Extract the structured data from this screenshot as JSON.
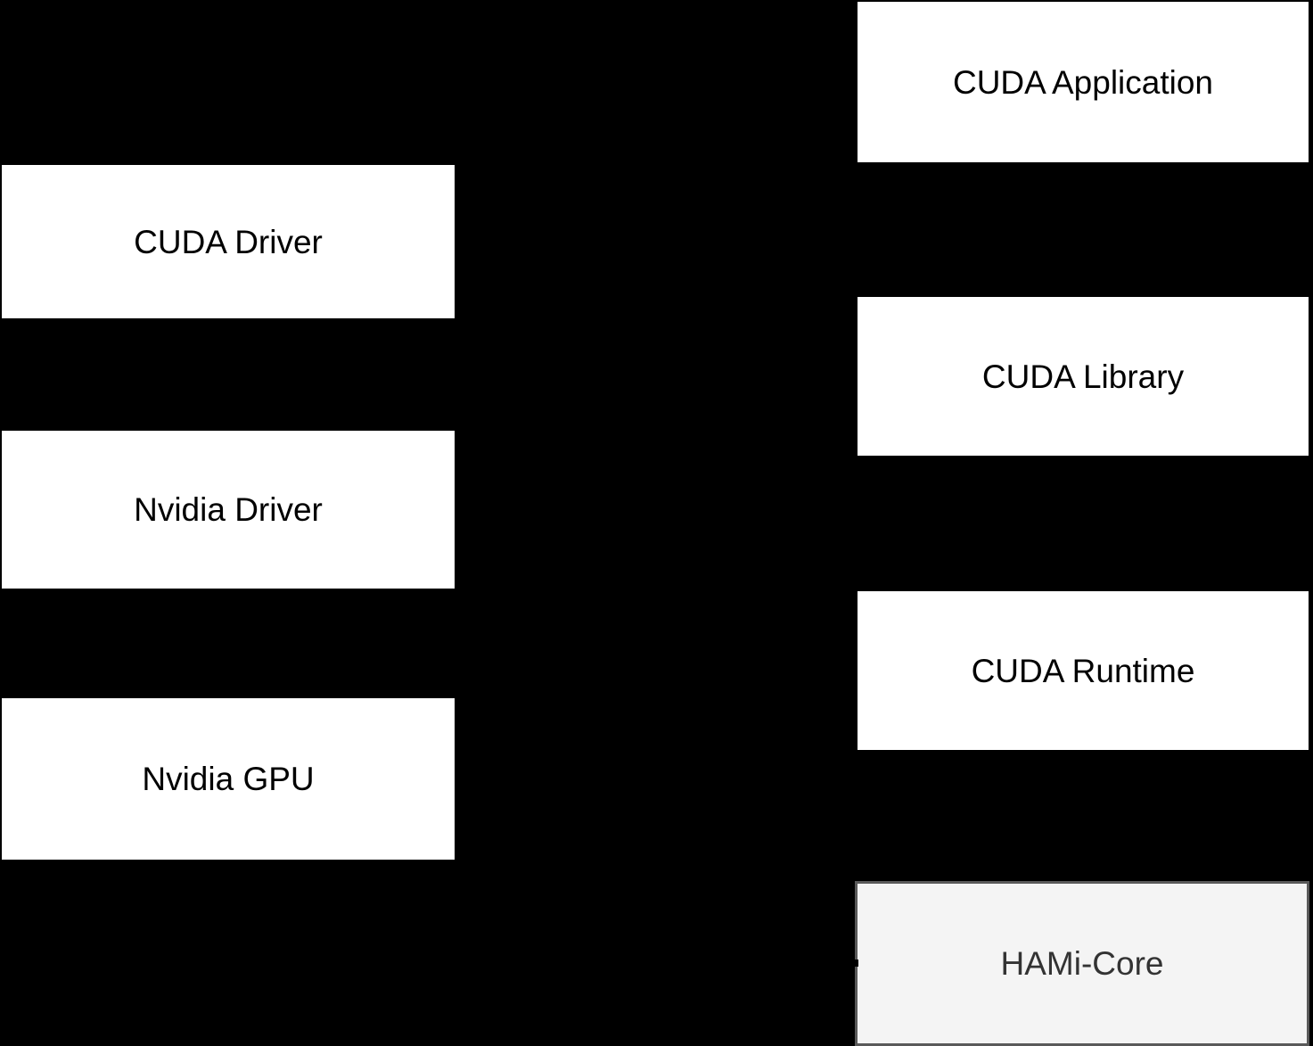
{
  "diagram": {
    "title": "CUDA / HAMi-Core stack diagram",
    "background_color": "#000000",
    "nodes": [
      {
        "id": "cuda-application",
        "label": "CUDA Application",
        "column": "right",
        "variant": "default"
      },
      {
        "id": "cuda-driver",
        "label": "CUDA Driver",
        "column": "left",
        "variant": "default"
      },
      {
        "id": "cuda-library",
        "label": "CUDA Library",
        "column": "right",
        "variant": "default"
      },
      {
        "id": "nvidia-driver",
        "label": "Nvidia Driver",
        "column": "left",
        "variant": "default"
      },
      {
        "id": "cuda-runtime",
        "label": "CUDA Runtime",
        "column": "right",
        "variant": "default"
      },
      {
        "id": "nvidia-gpu",
        "label": "Nvidia GPU",
        "column": "left",
        "variant": "default"
      },
      {
        "id": "hami-core",
        "label": "HAMi-Core",
        "column": "right",
        "variant": "highlighted"
      }
    ],
    "colors": {
      "background": "#000000",
      "node_fill": "#ffffff",
      "node_text": "#000000",
      "hami_core_fill": "#f4f4f4",
      "hami_core_border": "#595959",
      "hami_core_text": "#333333"
    }
  }
}
